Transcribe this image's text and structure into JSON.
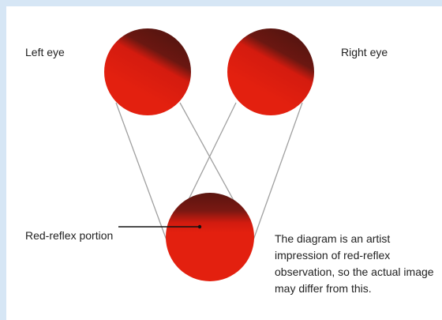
{
  "labels": {
    "left_eye": "Left eye",
    "right_eye": "Right eye",
    "red_reflex_portion": "Red-reflex portion"
  },
  "caption": "The diagram is an artist impression of red-reflex observation, so the actual image may differ from this.",
  "colors": {
    "background": "#d6e6f5",
    "red": "#e11d0e",
    "shadow": "#5a1510",
    "line": "#999999"
  }
}
